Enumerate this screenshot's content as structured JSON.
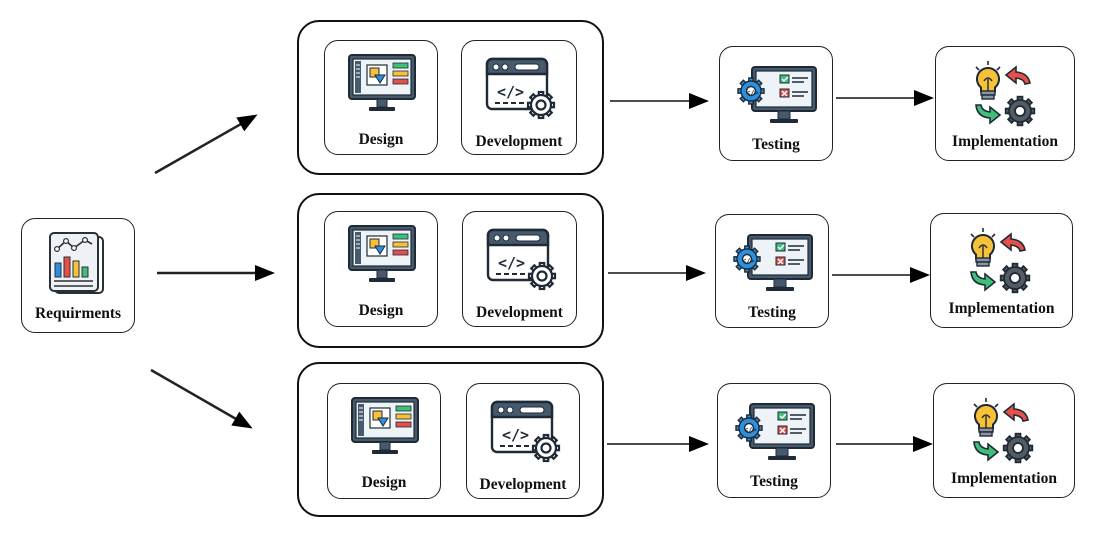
{
  "requirements": {
    "label": "Requirments",
    "icon": "requirements-report-icon"
  },
  "colors": {
    "monitor": "#465a6e",
    "screen": "#eef3f7",
    "blue": "#2e8fdc",
    "yellow": "#f7c23a",
    "red": "#e6504b",
    "green": "#3fbf7a",
    "gear": "#555b63",
    "arrow": "#000000"
  },
  "tracks": [
    {
      "design": "Design",
      "development": "Development",
      "testing": "Testing",
      "implementation": "Implementation"
    },
    {
      "design": "Design",
      "development": "Development",
      "testing": "Testing",
      "implementation": "Implementation"
    },
    {
      "design": "Design",
      "development": "Development",
      "testing": "Testing",
      "implementation": "Implementation"
    }
  ],
  "icons": {
    "design": "design-monitor-icon",
    "development": "development-code-gear-icon",
    "testing": "testing-monitor-checklist-icon",
    "implementation": "implementation-bulb-gear-icon"
  }
}
